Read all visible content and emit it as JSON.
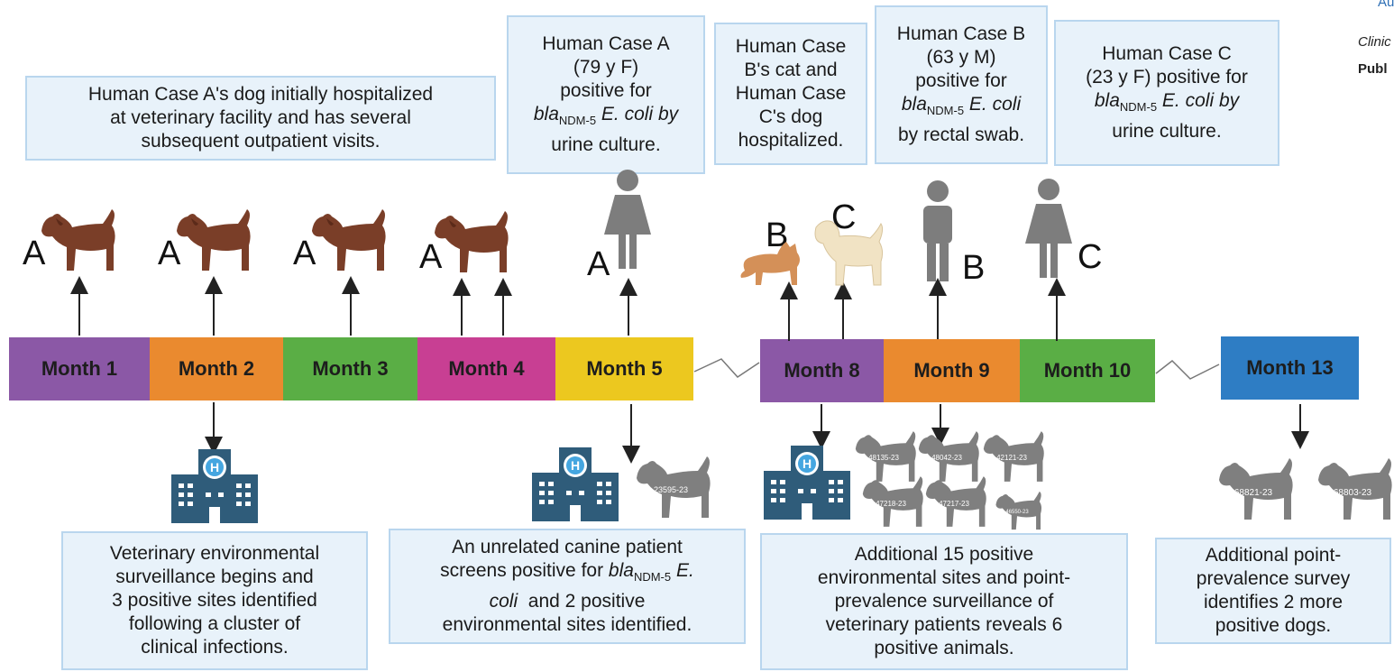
{
  "corner": {
    "line1": "Au",
    "line2": "Clinic",
    "line3": "Publ"
  },
  "top_boxes": {
    "dog_a": [
      "Human Case A's dog initially hospitalized",
      "at veterinary facility and has several",
      "subsequent outpatient visits."
    ],
    "case_a": [
      "Human Case A",
      "(79 y F)",
      "positive for",
      "blaNDM-5 E. coli by",
      "urine culture."
    ],
    "cat_dog": [
      "Human Case",
      "B's cat and",
      "Human Case",
      "C's dog",
      "hospitalized."
    ],
    "case_b": [
      "Human Case B",
      "(63 y M)",
      "positive for",
      "blaNDM-5 E. coli",
      "by rectal swab."
    ],
    "case_c": [
      "Human Case C",
      "(23 y F) positive for",
      "blaNDM-5 E. coli by",
      "urine culture."
    ]
  },
  "months": [
    "Month 1",
    "Month 2",
    "Month 3",
    "Month 4",
    "Month 5",
    "Month 8",
    "Month 9",
    "Month 10",
    "Month 13"
  ],
  "month_colors": [
    "#8b58a6",
    "#ea8a2f",
    "#5aae45",
    "#c83f93",
    "#ecc81f",
    "#8b58a6",
    "#ea8a2f",
    "#5aae45",
    "#2e7dc4"
  ],
  "letters": {
    "a1": "A",
    "a2": "A",
    "a3": "A",
    "a4": "A",
    "a5": "A",
    "b_cat": "B",
    "c_dog": "C",
    "b_person": "B",
    "c_person": "C"
  },
  "dog_ids": [
    "23595-23",
    "48135-23",
    "48042-23",
    "42121-23",
    "47218-23",
    "47217-23",
    "46550-23",
    "68821-23",
    "68803-23"
  ],
  "bottom_boxes": {
    "month2": [
      "Veterinary environmental",
      "surveillance begins and",
      "3 positive sites identified",
      "following a cluster of",
      "clinical infections."
    ],
    "month5": [
      "An unrelated canine patient",
      "screens positive for blaNDM-5 E.",
      "coli and 2 positive",
      "environmental sites identified."
    ],
    "month8": [
      "Additional 15 positive",
      "environmental sites and point-",
      "prevalence surveillance of",
      "veterinary patients reveals 6",
      "positive animals."
    ],
    "month13": [
      "Additional point-",
      "prevalence survey",
      "identifies 2 more",
      "positive dogs."
    ]
  }
}
